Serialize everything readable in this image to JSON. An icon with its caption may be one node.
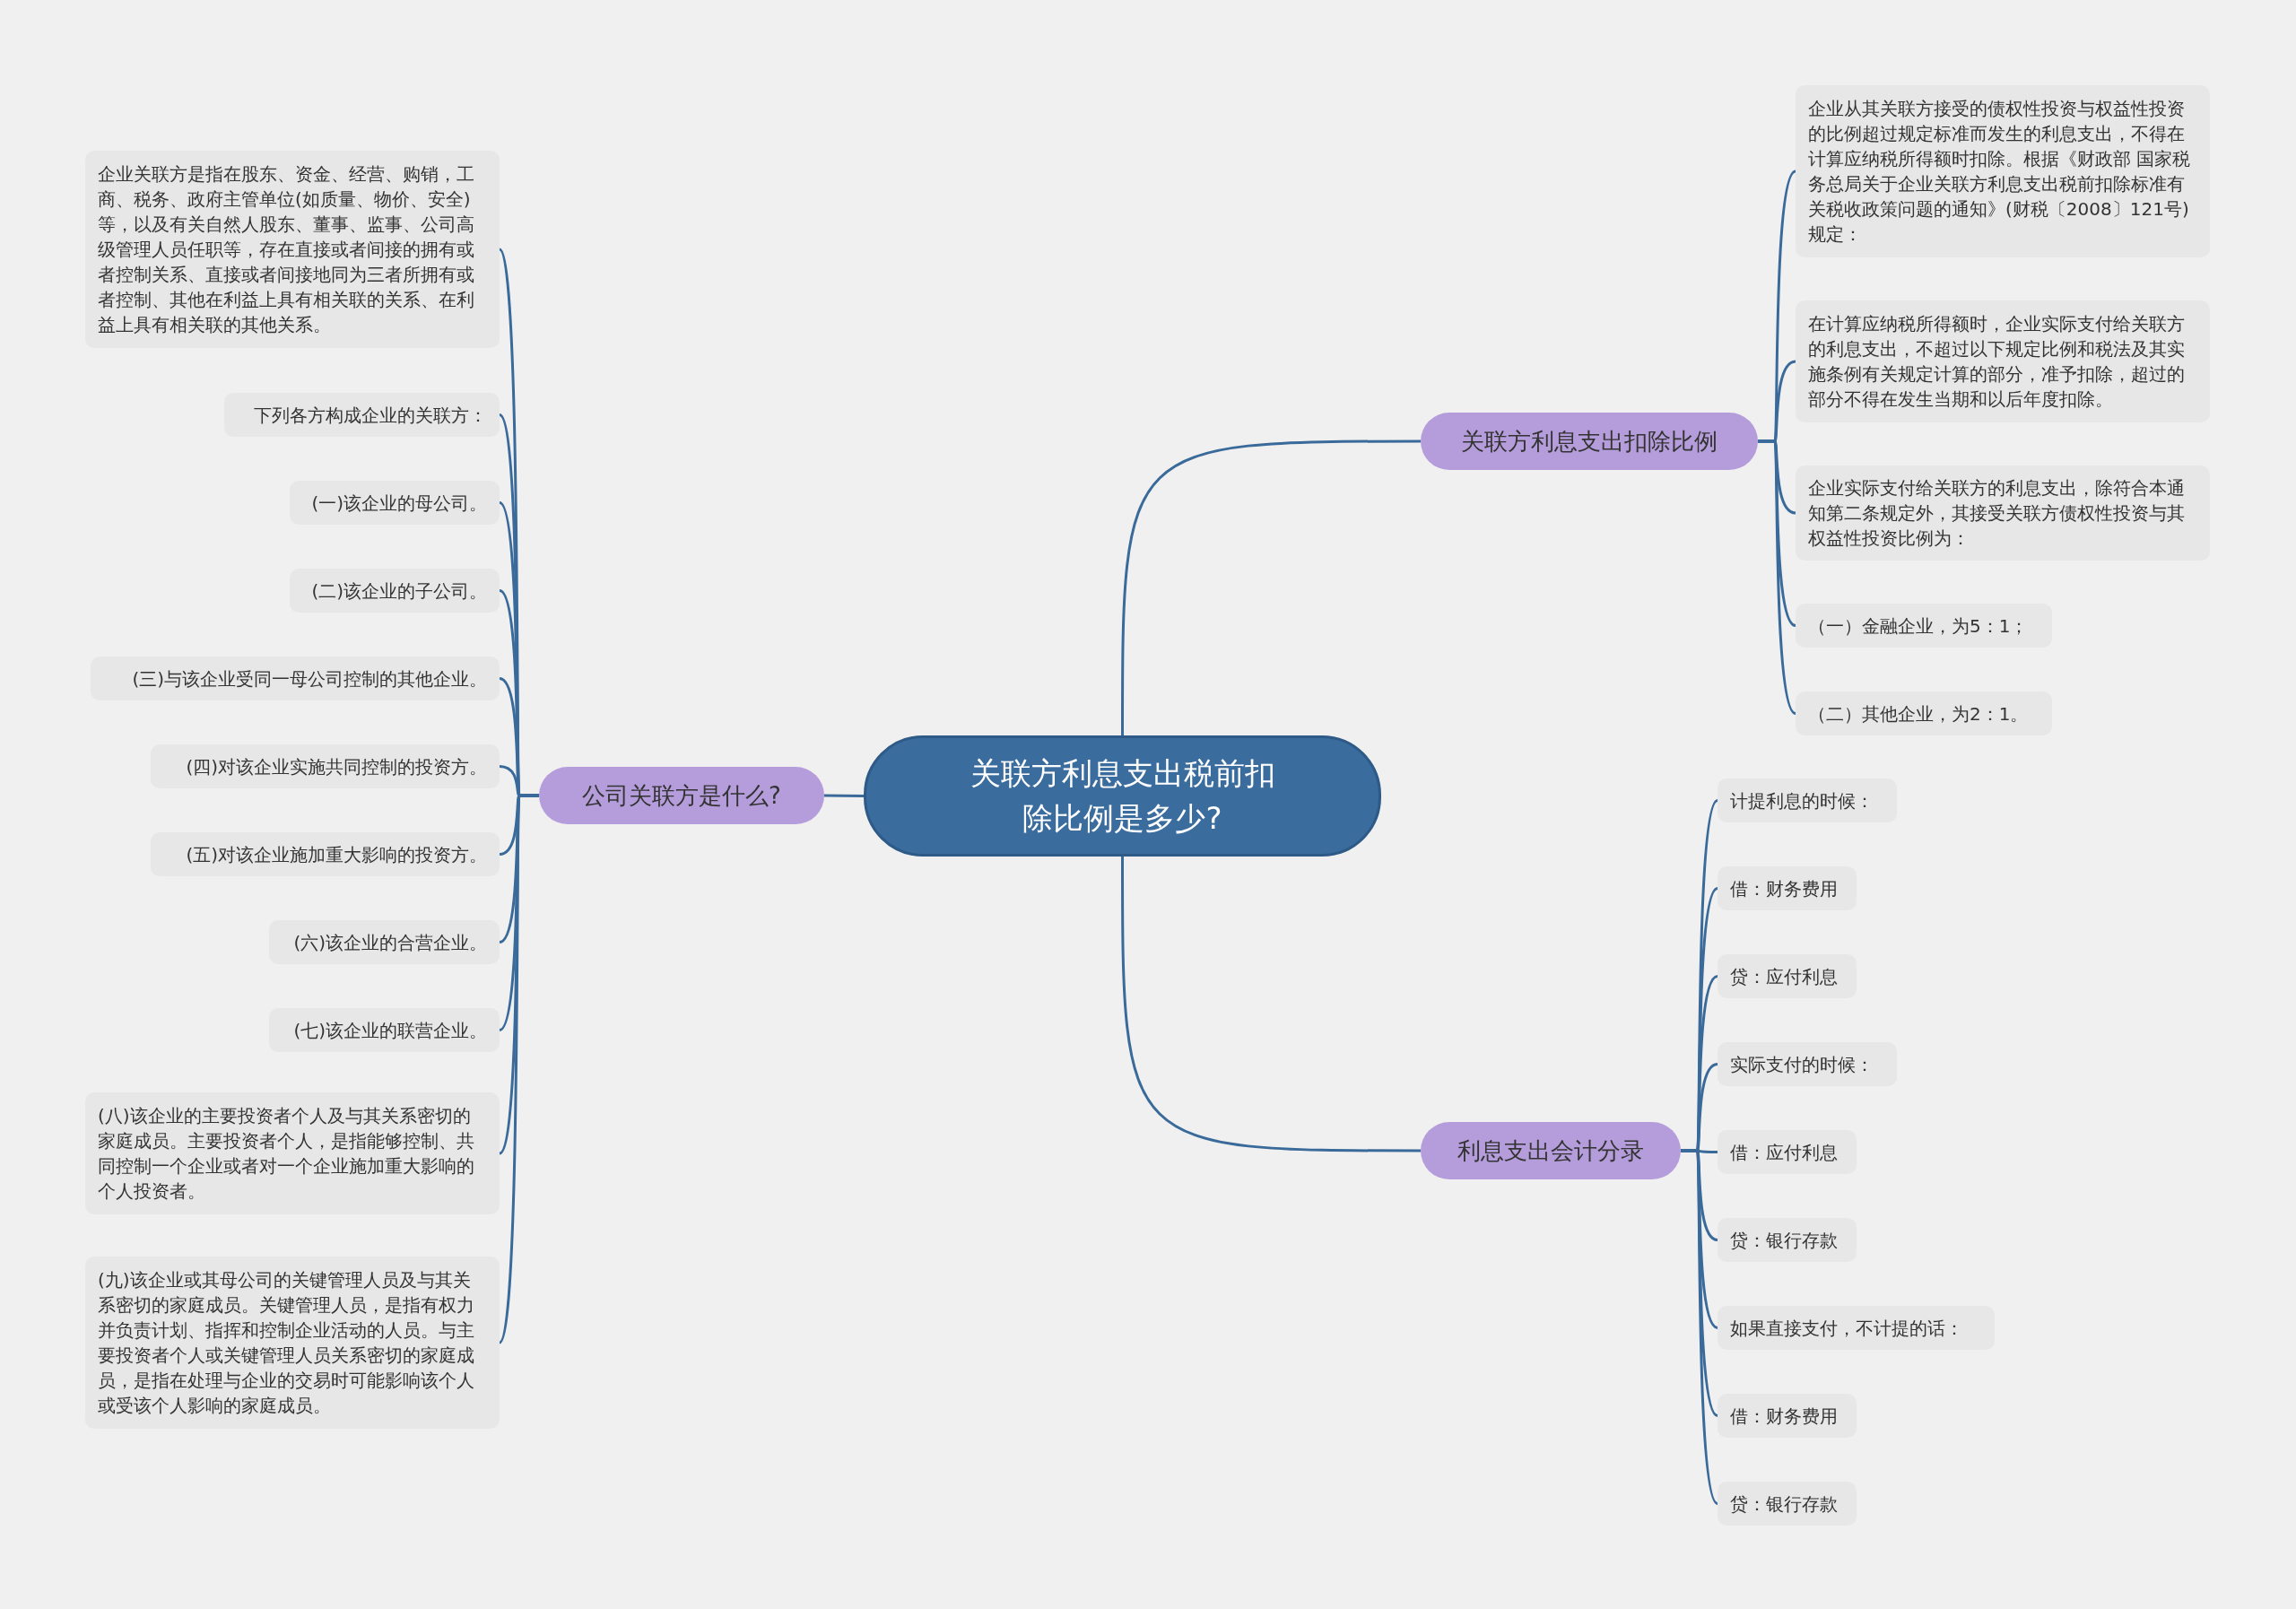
{
  "diagram": {
    "nodes": [
      {
        "text": [
          "关联方利息支出税前扣除比例是多少?"
        ]
      },
      {
        "text": [
          "公司关联方是什么?"
        ]
      },
      {
        "text": [
          "关联方利息支出扣除比例"
        ]
      },
      {
        "text": [
          "利息支出会计分录"
        ]
      },
      {
        "text": [
          "企业关联方是指在股东、资金、经营、购销，工商、税务、政府主管单位(如质量、物价、安全)等，以及有关自然人股东、董事、监事、公司高级管理人员任职等，存在直接或者间接的拥有或者控制关系、直接或者间接地同为三者所拥有或者控制、其他在利益上具有相关联的关系、在利益上具有相关联的其他关系。"
        ]
      },
      {
        "text": [
          "下列各方构成企业的关联方："
        ]
      },
      {
        "text": [
          "(一)该企业的母公司。"
        ]
      },
      {
        "text": [
          "(二)该企业的子公司。"
        ]
      },
      {
        "text": [
          "(三)与该企业受同一母公司控制的其他企业。"
        ]
      },
      {
        "text": [
          "(四)对该企业实施共同控制的投资方。"
        ]
      },
      {
        "text": [
          "(五)对该企业施加重大影响的投资方。"
        ]
      },
      {
        "text": [
          "(六)该企业的合营企业。"
        ]
      },
      {
        "text": [
          "(七)该企业的联营企业。"
        ]
      },
      {
        "text": [
          "(八)该企业的主要投资者个人及与其关系密切的家庭成员。主要投资者个人，是指能够控制、共同控制一个企业或者对一个企业施加重大影响的个人投资者。"
        ]
      },
      {
        "text": [
          "(九)该企业或其母公司的关键管理人员及与其关系密切的家庭成员。关键管理人员，是指有权力并负责计划、指挥和控制企业活动的人员。与主要投资者个人或关键管理人员关系密切的家庭成员，是指在处理与企业的交易时可能影响该个人或受该个人影响的家庭成员。"
        ]
      },
      {
        "text": [
          "企业从其关联方接受的债权性投资与权益性投资的比例超过规定标准而发生的利息支出，不得在计算应纳税所得额时扣除。根据《财政部 国家税务总局关于企业关联方利息支出税前扣除标准有关税收政策问题的通知》(财税〔2008〕121号)规定："
        ]
      },
      {
        "text": [
          "在计算应纳税所得额时，企业实际支付给关联方的利息支出，不超过以下规定比例和税法及其实施条例有关规定计算的部分，准予扣除，超过的部分不得在发生当期和以后年度扣除。"
        ]
      },
      {
        "text": [
          "企业实际支付给关联方的利息支出，除符合本通知第二条规定外，其接受关联方债权性投资与其权益性投资比例为："
        ]
      },
      {
        "text": [
          "（一）金融企业，为5：1；"
        ]
      },
      {
        "text": [
          "（二）其他企业，为2：1。"
        ]
      },
      {
        "text": [
          "计提利息的时候："
        ]
      },
      {
        "text": [
          "借：财务费用"
        ]
      },
      {
        "text": [
          "贷：应付利息"
        ]
      },
      {
        "text": [
          "实际支付的时候："
        ]
      },
      {
        "text": [
          "借：应付利息"
        ]
      },
      {
        "text": [
          "贷：银行存款"
        ]
      },
      {
        "text": [
          "如果直接支付，不计提的话："
        ]
      },
      {
        "text": [
          "借：财务费用"
        ]
      },
      {
        "text": [
          "贷：银行存款"
        ]
      }
    ],
    "edges": [
      {
        "from": 0,
        "to": 1,
        "arrow": "none"
      },
      {
        "from": 0,
        "to": 2,
        "arrow": "none"
      },
      {
        "from": 0,
        "to": 3,
        "arrow": "none"
      },
      {
        "from": 1,
        "to": 4,
        "arrow": "none"
      },
      {
        "from": 1,
        "to": 5,
        "arrow": "none"
      },
      {
        "from": 1,
        "to": 6,
        "arrow": "none"
      },
      {
        "from": 1,
        "to": 7,
        "arrow": "none"
      },
      {
        "from": 1,
        "to": 8,
        "arrow": "none"
      },
      {
        "from": 1,
        "to": 9,
        "arrow": "none"
      },
      {
        "from": 1,
        "to": 10,
        "arrow": "none"
      },
      {
        "from": 1,
        "to": 11,
        "arrow": "none"
      },
      {
        "from": 1,
        "to": 12,
        "arrow": "none"
      },
      {
        "from": 1,
        "to": 13,
        "arrow": "none"
      },
      {
        "from": 1,
        "to": 14,
        "arrow": "none"
      },
      {
        "from": 2,
        "to": 15,
        "arrow": "none"
      },
      {
        "from": 2,
        "to": 16,
        "arrow": "none"
      },
      {
        "from": 2,
        "to": 17,
        "arrow": "none"
      },
      {
        "from": 2,
        "to": 18,
        "arrow": "none"
      },
      {
        "from": 2,
        "to": 19,
        "arrow": "none"
      },
      {
        "from": 3,
        "to": 20,
        "arrow": "none"
      },
      {
        "from": 3,
        "to": 21,
        "arrow": "none"
      },
      {
        "from": 3,
        "to": 22,
        "arrow": "none"
      },
      {
        "from": 3,
        "to": 23,
        "arrow": "none"
      },
      {
        "from": 3,
        "to": 24,
        "arrow": "none"
      },
      {
        "from": 3,
        "to": 25,
        "arrow": "none"
      },
      {
        "from": 3,
        "to": 26,
        "arrow": "none"
      },
      {
        "from": 3,
        "to": 27,
        "arrow": "none"
      },
      {
        "from": 3,
        "to": 28,
        "arrow": "none"
      }
    ]
  }
}
